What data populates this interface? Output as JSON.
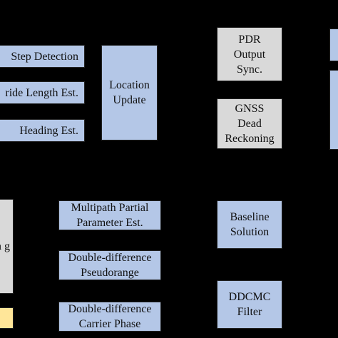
{
  "colors": {
    "background": "#000000",
    "blue_box": "#b4c7e7",
    "grey_box": "#d9d9d9",
    "yellow_box": "#ffe699"
  },
  "blocks": {
    "step_detection": "Step Detection",
    "stride_length": "ride Length Est.",
    "heading": "Heading Est.",
    "location_update": "Location\nUpdate",
    "pdr_output_sync": "PDR\nOutput\nSync.",
    "gnss_dead_reckoning": "GNSS\nDead\nReckoning",
    "multipath": "Multipath Partial\nParameter Est.",
    "dd_pseudorange": "Double-difference\nPseudorange",
    "dd_carrier_phase": "Double-difference\nCarrier Phase",
    "baseline_solution": "Baseline\nSolution",
    "ddcmc_filter": "DDCMC\nFilter",
    "left_partial": "a\ng"
  }
}
